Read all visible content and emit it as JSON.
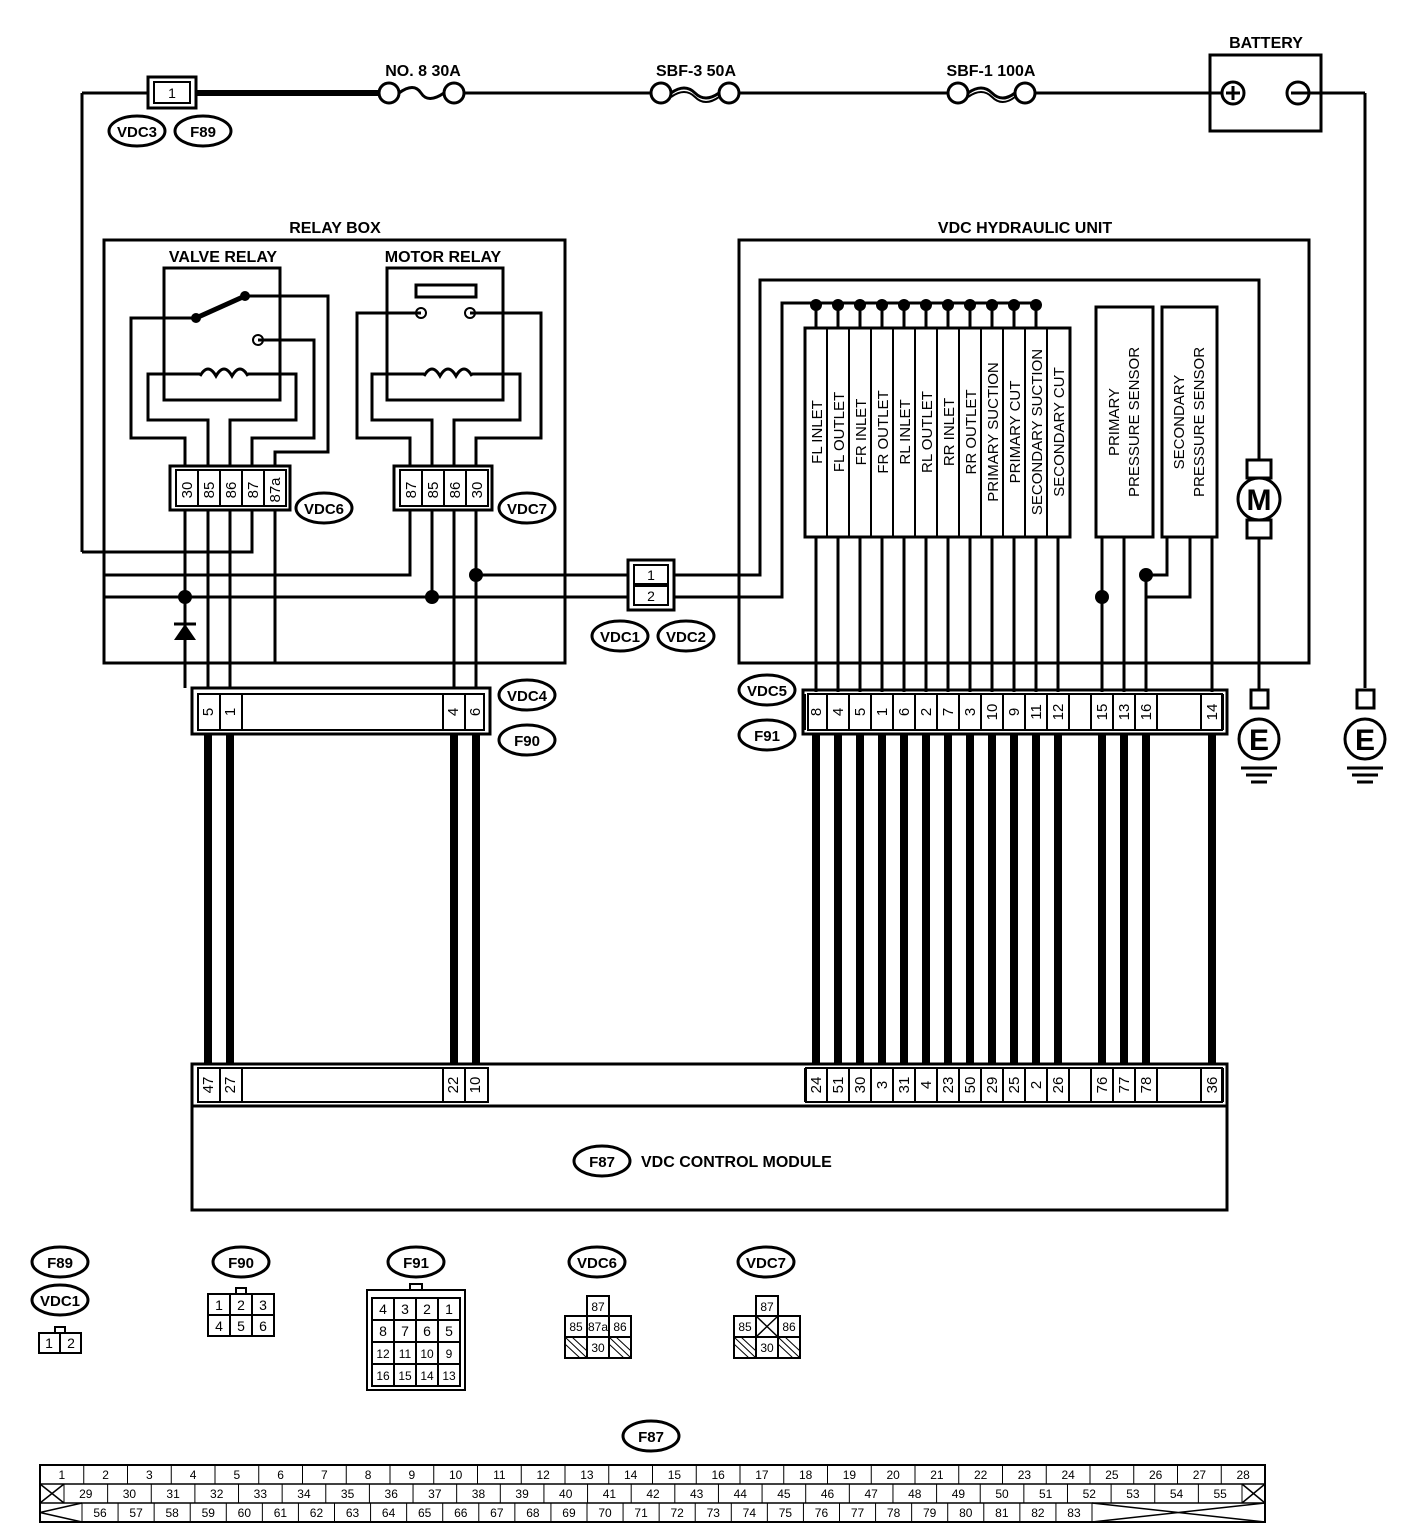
{
  "power": {
    "battery_label": "BATTERY",
    "fuse_no8": "NO. 8 30A",
    "fuse_sbf3": "SBF-3 50A",
    "fuse_sbf1": "SBF-1 100A",
    "vdc3_pin": "1"
  },
  "connectors": {
    "vdc1": "VDC1",
    "vdc2": "VDC2",
    "vdc3": "VDC3",
    "vdc4": "VDC4",
    "vdc5": "VDC5",
    "vdc6": "VDC6",
    "vdc7": "VDC7",
    "f87": "F87",
    "f89": "F89",
    "f90": "F90",
    "f91": "F91",
    "vdc1_pins": [
      "1",
      "2"
    ]
  },
  "relay_box": {
    "title": "RELAY BOX",
    "valve_relay": "VALVE RELAY",
    "motor_relay": "MOTOR RELAY",
    "valve_pins": [
      "30",
      "85",
      "86",
      "87",
      "87a"
    ],
    "motor_pins": [
      "87",
      "85",
      "86",
      "30"
    ]
  },
  "hydraulic_unit": {
    "title": "VDC HYDRAULIC UNIT",
    "valves": [
      "FL INLET",
      "FL OUTLET",
      "FR INLET",
      "FR OUTLET",
      "RL INLET",
      "RL OUTLET",
      "RR INLET",
      "RR OUTLET",
      "PRIMARY SUCTION",
      "PRIMARY CUT",
      "SECONDARY SUCTION",
      "SECONDARY CUT"
    ],
    "primary_sensor": [
      "PRIMARY",
      "PRESSURE SENSOR"
    ],
    "secondary_sensor": [
      "SECONDARY",
      "PRESSURE SENSOR"
    ],
    "motor_symbol": "M",
    "ground_symbol": "E"
  },
  "vdc4_pins": [
    "5",
    "1",
    "4",
    "6"
  ],
  "vdc5_pins": [
    "8",
    "4",
    "5",
    "1",
    "6",
    "2",
    "7",
    "3",
    "10",
    "9",
    "11",
    "12",
    "15",
    "13",
    "16",
    "14"
  ],
  "module": {
    "title": "VDC CONTROL MODULE",
    "left_pins": [
      "47",
      "27",
      "22",
      "10"
    ],
    "right_pins": [
      "24",
      "51",
      "30",
      "3",
      "31",
      "4",
      "23",
      "50",
      "29",
      "25",
      "2",
      "26",
      "76",
      "77",
      "78",
      "36"
    ]
  },
  "legend": {
    "f90_grid": [
      [
        "1",
        "2",
        "3"
      ],
      [
        "4",
        "5",
        "6"
      ]
    ],
    "f91_grid": [
      [
        "4",
        "3",
        "2",
        "1"
      ],
      [
        "8",
        "7",
        "6",
        "5"
      ],
      [
        "12",
        "11",
        "10",
        "9"
      ],
      [
        "16",
        "15",
        "14",
        "13"
      ]
    ],
    "vdc6_pins": [
      "87",
      "85",
      "87a",
      "86",
      "30"
    ],
    "vdc7_pins": [
      "87",
      "85",
      "86",
      "30"
    ],
    "f87_row1": [
      "1",
      "2",
      "3",
      "4",
      "5",
      "6",
      "7",
      "8",
      "9",
      "10",
      "11",
      "12",
      "13",
      "14",
      "15",
      "16",
      "17",
      "18",
      "19",
      "20",
      "21",
      "22",
      "23",
      "24",
      "25",
      "26",
      "27",
      "28"
    ],
    "f87_row2": [
      "29",
      "30",
      "31",
      "32",
      "33",
      "34",
      "35",
      "36",
      "37",
      "38",
      "39",
      "40",
      "41",
      "42",
      "43",
      "44",
      "45",
      "46",
      "47",
      "48",
      "49",
      "50",
      "51",
      "52",
      "53",
      "54",
      "55"
    ],
    "f87_row3": [
      "56",
      "57",
      "58",
      "59",
      "60",
      "61",
      "62",
      "63",
      "64",
      "65",
      "66",
      "67",
      "68",
      "69",
      "70",
      "71",
      "72",
      "73",
      "74",
      "75",
      "76",
      "77",
      "78",
      "79",
      "80",
      "81",
      "82",
      "83"
    ]
  }
}
